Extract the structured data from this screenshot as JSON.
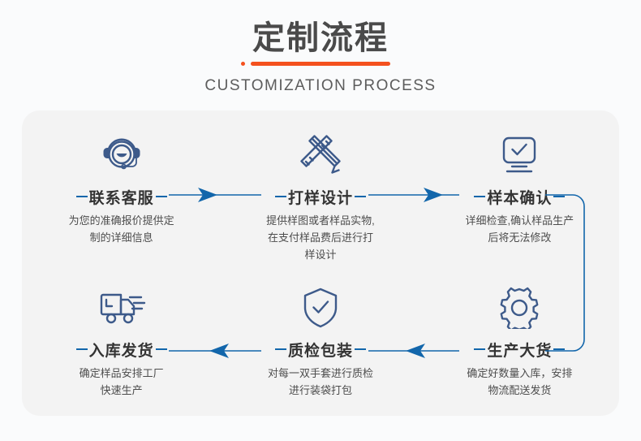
{
  "header": {
    "title_cn": "定制流程",
    "title_en": "CUSTOMIZATION PROCESS",
    "accent_color": "#f4511e"
  },
  "theme": {
    "panel_bg": "#f3f3f3",
    "page_bg": "#fafbfc",
    "line_color": "#1266ab",
    "icon_color": "#3d5a8a",
    "title_color": "#333333",
    "desc_color": "#4d4d4d"
  },
  "steps": [
    {
      "index": 1,
      "icon": "headset-support-icon",
      "title": "联系客服",
      "desc": [
        "为您的准确报价提供定",
        "制的详细信息"
      ]
    },
    {
      "index": 2,
      "icon": "pencil-ruler-design-icon",
      "title": "打样设计",
      "desc": [
        "提供样图或者样品实物,",
        "在支付样品费后进行打",
        "样设计"
      ]
    },
    {
      "index": 3,
      "icon": "monitor-check-icon",
      "title": "样本确认",
      "desc": [
        "详细检查,确认样品生产",
        "后将无法修改"
      ]
    },
    {
      "index": 4,
      "icon": "delivery-truck-icon",
      "title": "入库发货",
      "desc": [
        "确定样品安排工厂",
        "快速生产"
      ]
    },
    {
      "index": 5,
      "icon": "shield-check-icon",
      "title": "质检包装",
      "desc": [
        "对每一双手套进行质检",
        "进行装袋打包"
      ]
    },
    {
      "index": 6,
      "icon": "gear-icon",
      "title": "生产大货",
      "desc": [
        "确定好数量入库，安排",
        "物流配送发货"
      ]
    }
  ],
  "connectors": [
    {
      "name": "arrow-step1-to-step2",
      "direction": "right"
    },
    {
      "name": "arrow-step2-to-step3",
      "direction": "right"
    },
    {
      "name": "loop-step3-to-step6",
      "direction": "down"
    },
    {
      "name": "arrow-step6-to-step5",
      "direction": "left"
    },
    {
      "name": "arrow-step5-to-step4",
      "direction": "left"
    }
  ]
}
